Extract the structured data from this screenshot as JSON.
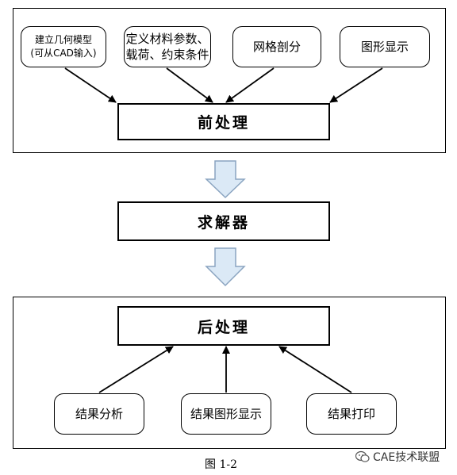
{
  "preprocessing": {
    "inputs": [
      {
        "line1": "建立几何模型",
        "line2": "(可从CAD输入)"
      },
      {
        "line1": "定义材料参数、",
        "line2": "载荷、约束条件"
      },
      {
        "line1": "网格剖分"
      },
      {
        "line1": "图形显示"
      }
    ],
    "stage_label": "前处理"
  },
  "solver": {
    "stage_label": "求解器"
  },
  "postprocessing": {
    "stage_label": "后处理",
    "outputs": [
      {
        "line1": "结果分析"
      },
      {
        "line1": "结果图形显示"
      },
      {
        "line1": "结果打印"
      }
    ]
  },
  "caption": "图 1-2",
  "watermark": {
    "text": "CAE技术联盟",
    "icon": "wechat-icon"
  },
  "colors": {
    "flow_arrow_fill": "#dbe9f6",
    "flow_arrow_stroke": "#8aa4c0",
    "line": "#000000"
  }
}
